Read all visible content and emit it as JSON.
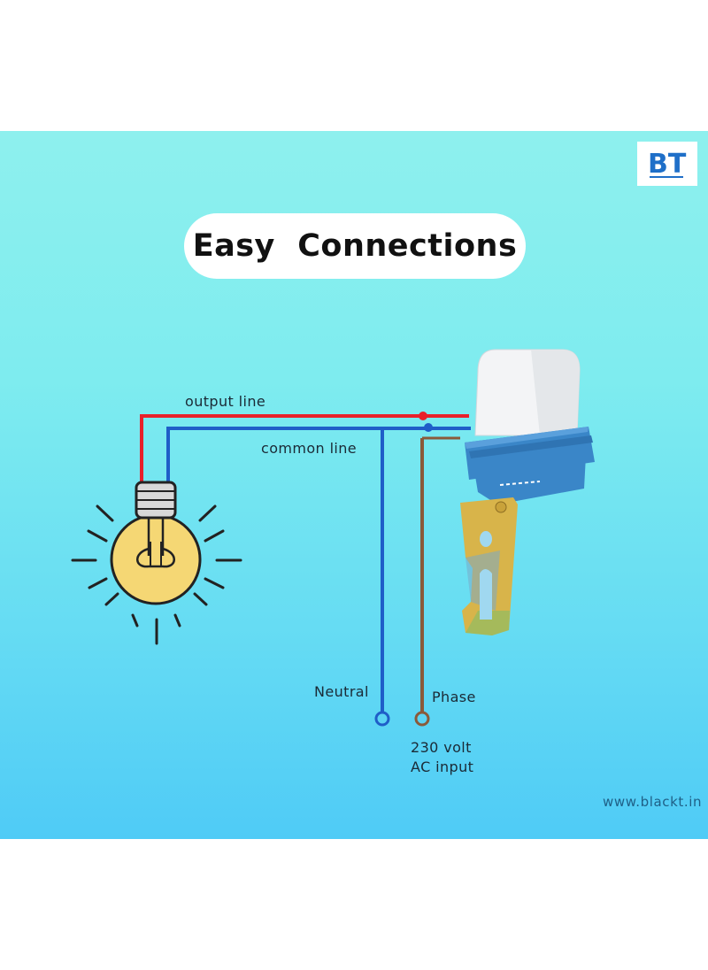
{
  "title": "Easy  Connections",
  "logo": {
    "text": "BT",
    "icon": "bt-brand-logo"
  },
  "labels": {
    "output_line": "output line",
    "common_line": "common line",
    "neutral": "Neutral",
    "phase": "Phase",
    "input_line1": "230 volt",
    "input_line2": "AC input",
    "website": "www.blackt.in"
  },
  "icons": {
    "bulb": "light-bulb-icon",
    "sensor": "photocell-sensor-switch"
  },
  "colors": {
    "background_top": "#8ef0ee",
    "background_bottom": "#4fcbf6",
    "output_wire": "#e8202a",
    "common_wire": "#1f5ec8",
    "phase_wire": "#8a5a3a",
    "bulb_glass": "#f5d774",
    "sensor_body": "#3a86c8"
  }
}
